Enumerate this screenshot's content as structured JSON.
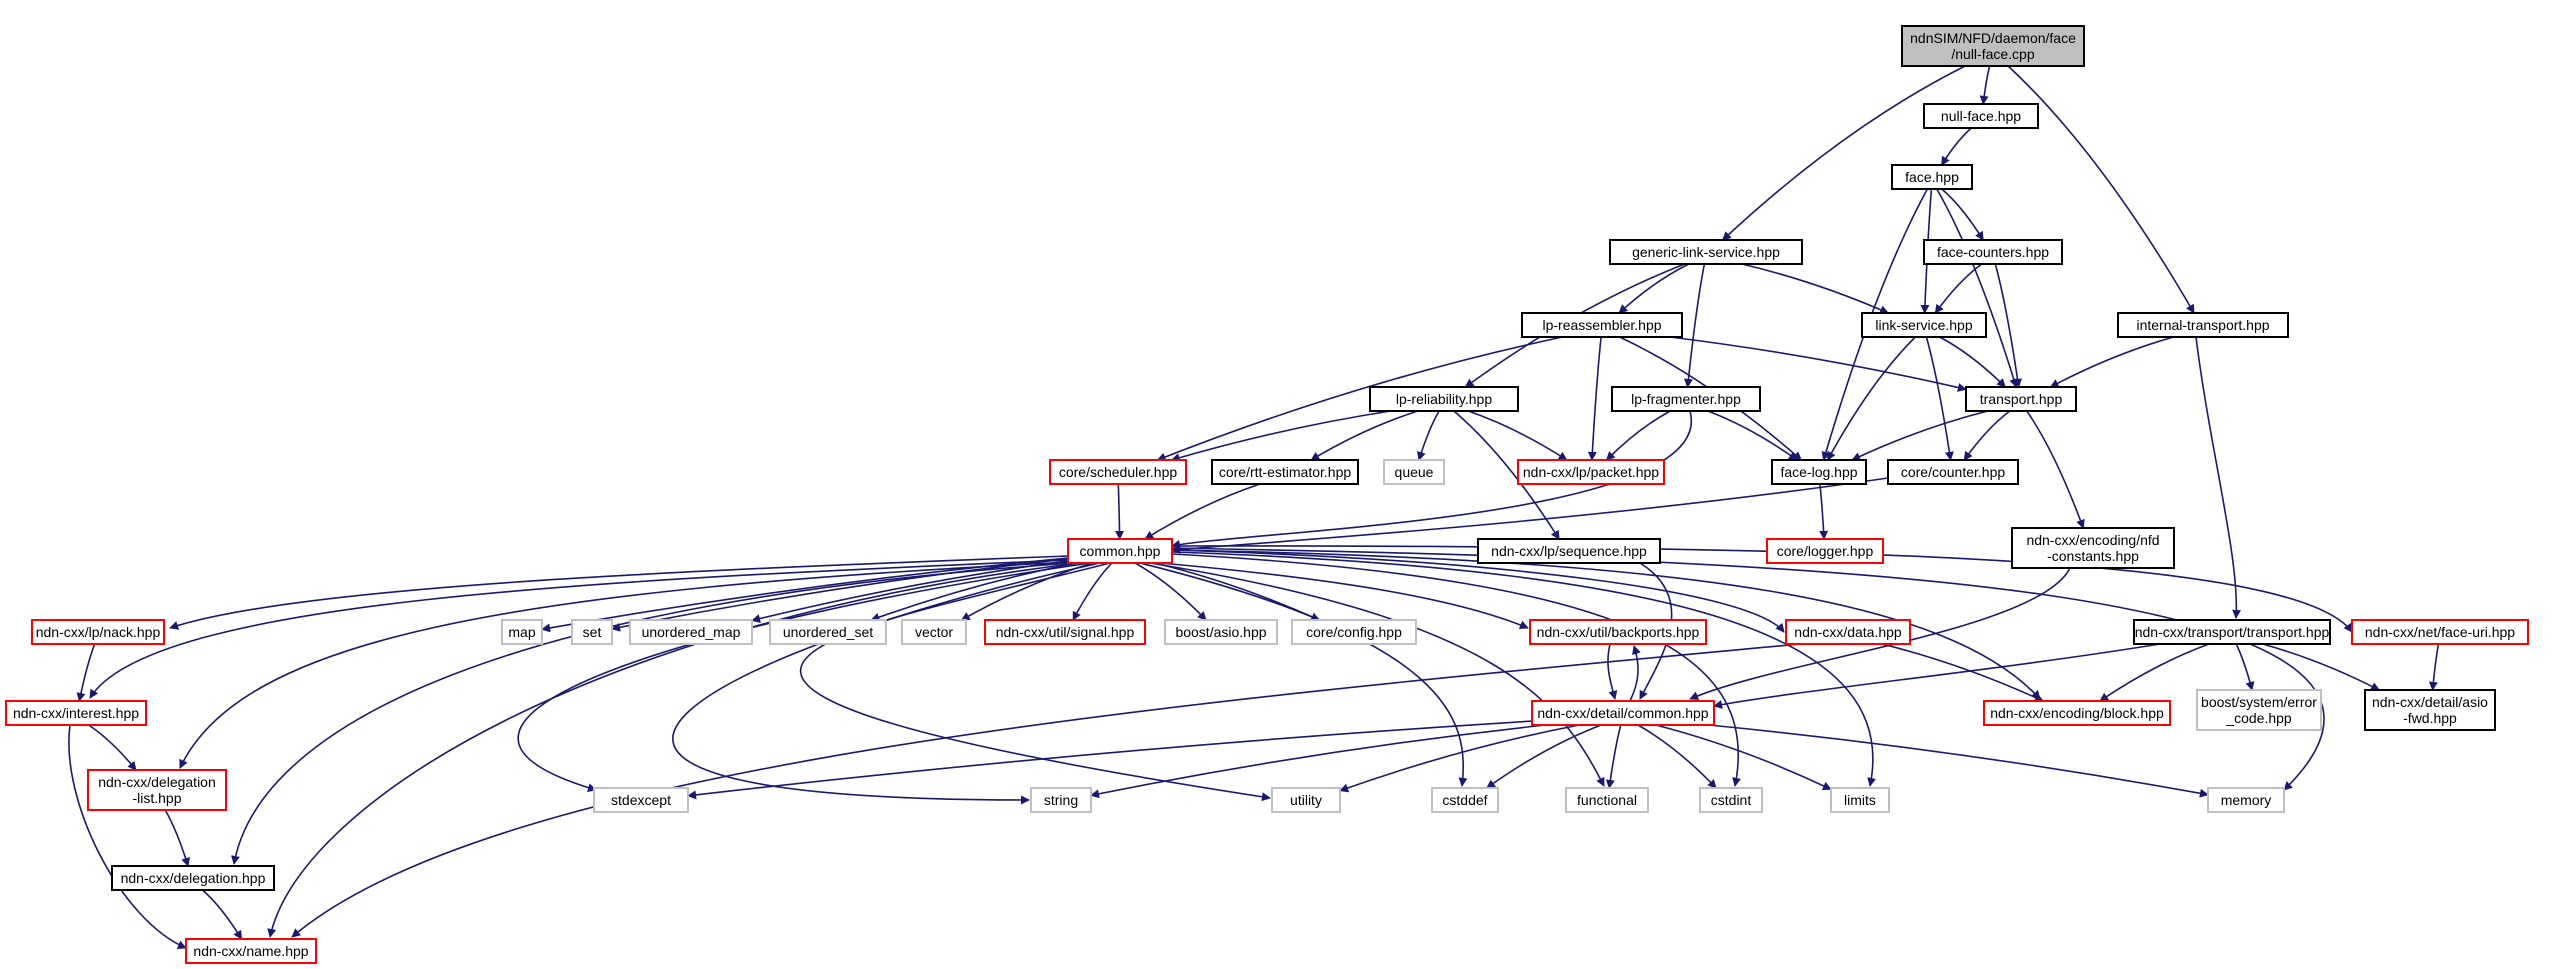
{
  "palette": {
    "edge": "#191970",
    "root_fill": "#bfbfbf",
    "link_border": "#ff0000",
    "doc_border": "#000000",
    "external_border": "#bfbfbf"
  },
  "nodes": [
    {
      "id": "root",
      "lines": [
        "ndnSIM/NFD/daemon/face",
        "/null-face.cpp"
      ],
      "kind": "root"
    },
    {
      "id": "nullface",
      "lines": [
        "null-face.hpp"
      ],
      "kind": "black"
    },
    {
      "id": "face",
      "lines": [
        "face.hpp"
      ],
      "kind": "black"
    },
    {
      "id": "gls",
      "lines": [
        "generic-link-service.hpp"
      ],
      "kind": "black"
    },
    {
      "id": "facecounters",
      "lines": [
        "face-counters.hpp"
      ],
      "kind": "black"
    },
    {
      "id": "internaltransport",
      "lines": [
        "internal-transport.hpp"
      ],
      "kind": "black"
    },
    {
      "id": "lpreassembler",
      "lines": [
        "lp-reassembler.hpp"
      ],
      "kind": "black"
    },
    {
      "id": "linkservice",
      "lines": [
        "link-service.hpp"
      ],
      "kind": "black"
    },
    {
      "id": "lpreliability",
      "lines": [
        "lp-reliability.hpp"
      ],
      "kind": "black"
    },
    {
      "id": "lpfragmenter",
      "lines": [
        "lp-fragmenter.hpp"
      ],
      "kind": "black"
    },
    {
      "id": "transport",
      "lines": [
        "transport.hpp"
      ],
      "kind": "black"
    },
    {
      "id": "scheduler",
      "lines": [
        "core/scheduler.hpp"
      ],
      "kind": "red"
    },
    {
      "id": "rttest",
      "lines": [
        "core/rtt-estimator.hpp"
      ],
      "kind": "black"
    },
    {
      "id": "queue",
      "lines": [
        "queue"
      ],
      "kind": "gray"
    },
    {
      "id": "lppacket",
      "lines": [
        "ndn-cxx/lp/packet.hpp"
      ],
      "kind": "red"
    },
    {
      "id": "facelog",
      "lines": [
        "face-log.hpp"
      ],
      "kind": "black"
    },
    {
      "id": "corecounter",
      "lines": [
        "core/counter.hpp"
      ],
      "kind": "black"
    },
    {
      "id": "common",
      "lines": [
        "common.hpp"
      ],
      "kind": "red"
    },
    {
      "id": "lpsequence",
      "lines": [
        "ndn-cxx/lp/sequence.hpp"
      ],
      "kind": "black"
    },
    {
      "id": "corelogger",
      "lines": [
        "core/logger.hpp"
      ],
      "kind": "red"
    },
    {
      "id": "nfdconst",
      "lines": [
        "ndn-cxx/encoding/nfd",
        "-constants.hpp"
      ],
      "kind": "black"
    },
    {
      "id": "lpnack",
      "lines": [
        "ndn-cxx/lp/nack.hpp"
      ],
      "kind": "red"
    },
    {
      "id": "map",
      "lines": [
        "map"
      ],
      "kind": "gray"
    },
    {
      "id": "set",
      "lines": [
        "set"
      ],
      "kind": "gray"
    },
    {
      "id": "umap",
      "lines": [
        "unordered_map"
      ],
      "kind": "gray"
    },
    {
      "id": "uset",
      "lines": [
        "unordered_set"
      ],
      "kind": "gray"
    },
    {
      "id": "vector",
      "lines": [
        "vector"
      ],
      "kind": "gray"
    },
    {
      "id": "signal",
      "lines": [
        "ndn-cxx/util/signal.hpp"
      ],
      "kind": "red"
    },
    {
      "id": "boostasio",
      "lines": [
        "boost/asio.hpp"
      ],
      "kind": "gray"
    },
    {
      "id": "coreconfig",
      "lines": [
        "core/config.hpp"
      ],
      "kind": "gray"
    },
    {
      "id": "backports",
      "lines": [
        "ndn-cxx/util/backports.hpp"
      ],
      "kind": "red"
    },
    {
      "id": "data",
      "lines": [
        "ndn-cxx/data.hpp"
      ],
      "kind": "red"
    },
    {
      "id": "faceuri",
      "lines": [
        "ndn-cxx/net/face-uri.hpp"
      ],
      "kind": "red"
    },
    {
      "id": "transporttransport",
      "lines": [
        "ndn-cxx/transport/transport.hpp"
      ],
      "kind": "black"
    },
    {
      "id": "interest",
      "lines": [
        "ndn-cxx/interest.hpp"
      ],
      "kind": "red"
    },
    {
      "id": "detailcommon",
      "lines": [
        "ndn-cxx/detail/common.hpp"
      ],
      "kind": "red"
    },
    {
      "id": "block",
      "lines": [
        "ndn-cxx/encoding/block.hpp"
      ],
      "kind": "red"
    },
    {
      "id": "syserror",
      "lines": [
        "boost/system/error",
        "_code.hpp"
      ],
      "kind": "gray"
    },
    {
      "id": "asiofwd",
      "lines": [
        "ndn-cxx/detail/asio",
        "-fwd.hpp"
      ],
      "kind": "black"
    },
    {
      "id": "delegationlist",
      "lines": [
        "ndn-cxx/delegation",
        "-list.hpp"
      ],
      "kind": "red"
    },
    {
      "id": "stdexcept",
      "lines": [
        "stdexcept"
      ],
      "kind": "gray"
    },
    {
      "id": "string",
      "lines": [
        "string"
      ],
      "kind": "gray"
    },
    {
      "id": "utility",
      "lines": [
        "utility"
      ],
      "kind": "gray"
    },
    {
      "id": "cstddef",
      "lines": [
        "cstddef"
      ],
      "kind": "gray"
    },
    {
      "id": "functional",
      "lines": [
        "functional"
      ],
      "kind": "gray"
    },
    {
      "id": "cstdint",
      "lines": [
        "cstdint"
      ],
      "kind": "gray"
    },
    {
      "id": "limits",
      "lines": [
        "limits"
      ],
      "kind": "gray"
    },
    {
      "id": "memory",
      "lines": [
        "memory"
      ],
      "kind": "gray"
    },
    {
      "id": "delegation",
      "lines": [
        "ndn-cxx/delegation.hpp"
      ],
      "kind": "black"
    },
    {
      "id": "name",
      "lines": [
        "ndn-cxx/name.hpp"
      ],
      "kind": "red"
    }
  ],
  "edges": [
    [
      "root",
      "nullface"
    ],
    [
      "root",
      "gls"
    ],
    [
      "root",
      "internaltransport"
    ],
    [
      "nullface",
      "face"
    ],
    [
      "face",
      "facecounters"
    ],
    [
      "face",
      "linkservice"
    ],
    [
      "face",
      "transport"
    ],
    [
      "face",
      "facelog"
    ],
    [
      "gls",
      "lpreassembler"
    ],
    [
      "gls",
      "linkservice"
    ],
    [
      "gls",
      "lpreliability"
    ],
    [
      "gls",
      "lpfragmenter"
    ],
    [
      "facecounters",
      "linkservice"
    ],
    [
      "facecounters",
      "transport"
    ],
    [
      "internaltransport",
      "transport"
    ],
    [
      "internaltransport",
      "transporttransport"
    ],
    [
      "lpreassembler",
      "transport"
    ],
    [
      "lpreassembler",
      "scheduler"
    ],
    [
      "lpreassembler",
      "lppacket"
    ],
    [
      "lpreassembler",
      "facelog"
    ],
    [
      "linkservice",
      "transport"
    ],
    [
      "linkservice",
      "facelog"
    ],
    [
      "linkservice",
      "corecounter"
    ],
    [
      "lpreliability",
      "scheduler"
    ],
    [
      "lpreliability",
      "rttest"
    ],
    [
      "lpreliability",
      "queue"
    ],
    [
      "lpreliability",
      "lppacket"
    ],
    [
      "lpreliability",
      "lpsequence"
    ],
    [
      "lpfragmenter",
      "lppacket"
    ],
    [
      "lpfragmenter",
      "facelog"
    ],
    [
      "lpfragmenter",
      "common"
    ],
    [
      "transport",
      "facelog"
    ],
    [
      "transport",
      "corecounter"
    ],
    [
      "transport",
      "nfdconst"
    ],
    [
      "scheduler",
      "common"
    ],
    [
      "rttest",
      "common"
    ],
    [
      "corecounter",
      "common"
    ],
    [
      "facelog",
      "corelogger"
    ],
    [
      "lpsequence",
      "detailcommon"
    ],
    [
      "nfdconst",
      "detailcommon"
    ],
    [
      "common",
      "lpnack"
    ],
    [
      "common",
      "map"
    ],
    [
      "common",
      "set"
    ],
    [
      "common",
      "umap"
    ],
    [
      "common",
      "uset"
    ],
    [
      "common",
      "vector"
    ],
    [
      "common",
      "signal"
    ],
    [
      "common",
      "boostasio"
    ],
    [
      "common",
      "coreconfig"
    ],
    [
      "common",
      "backports"
    ],
    [
      "common",
      "data"
    ],
    [
      "common",
      "faceuri"
    ],
    [
      "common",
      "interest"
    ],
    [
      "common",
      "block"
    ],
    [
      "common",
      "delegationlist"
    ],
    [
      "common",
      "delegation"
    ],
    [
      "common",
      "name"
    ],
    [
      "common",
      "stdexcept"
    ],
    [
      "common",
      "string"
    ],
    [
      "common",
      "utility"
    ],
    [
      "common",
      "cstddef"
    ],
    [
      "common",
      "functional"
    ],
    [
      "common",
      "cstdint"
    ],
    [
      "common",
      "limits"
    ],
    [
      "common",
      "memory"
    ],
    [
      "lpnack",
      "interest"
    ],
    [
      "interest",
      "delegationlist"
    ],
    [
      "interest",
      "name"
    ],
    [
      "delegationlist",
      "delegation"
    ],
    [
      "delegation",
      "name"
    ],
    [
      "data",
      "name"
    ],
    [
      "data",
      "block"
    ],
    [
      "backports",
      "detailcommon"
    ],
    [
      "detailcommon",
      "backports"
    ],
    [
      "faceuri",
      "asiofwd"
    ],
    [
      "transporttransport",
      "detailcommon"
    ],
    [
      "transporttransport",
      "block"
    ],
    [
      "transporttransport",
      "syserror"
    ],
    [
      "transporttransport",
      "asiofwd"
    ],
    [
      "detailcommon",
      "stdexcept"
    ],
    [
      "detailcommon",
      "string"
    ],
    [
      "detailcommon",
      "utility"
    ],
    [
      "detailcommon",
      "cstddef"
    ],
    [
      "detailcommon",
      "functional"
    ],
    [
      "detailcommon",
      "cstdint"
    ],
    [
      "detailcommon",
      "limits"
    ],
    [
      "detailcommon",
      "memory"
    ]
  ]
}
